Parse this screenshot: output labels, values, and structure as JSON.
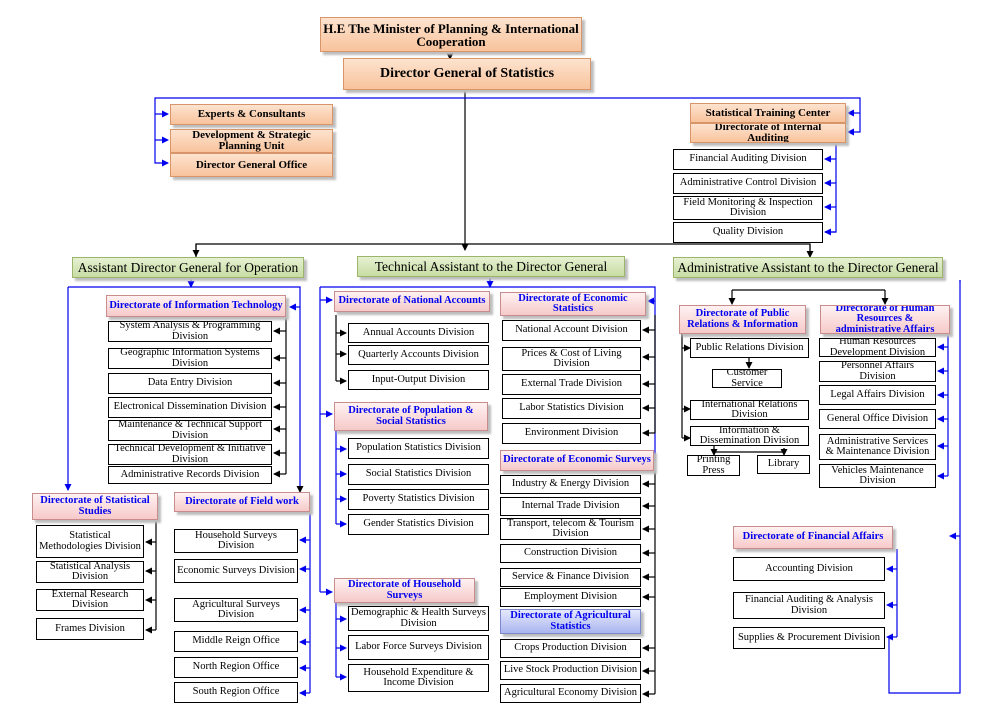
{
  "minister": "H.E The Minister of Planning & International Cooperation",
  "director_general": "Director General of Statistics",
  "left_units": {
    "experts": "Experts & Consultants",
    "development": "Development & Strategic Planning Unit",
    "dg_office": "Director General Office"
  },
  "right_units": {
    "training": "Statistical Training Center",
    "internal_auditing": "Directorate of Internal Auditing",
    "auditing_divisions": [
      "Financial Auditing Division",
      "Administrative Control Division",
      "Field Monitoring & Inspection Division",
      "Quality Division"
    ]
  },
  "assistants": {
    "operation": "Assistant Director General for Operation",
    "technical": "Technical Assistant to the Director General",
    "administrative": "Administrative Assistant to the Director General"
  },
  "operation": {
    "it": {
      "title": "Directorate of Information Technology",
      "divisions": [
        "System Analysis & Programming Division",
        "Geographic Information Systems Division",
        "Data Entry Division",
        "Electronical Dissemination Division",
        "Maintenance & Technical Support Division",
        "Technical Development & Initiative Division",
        "Administrative Records Division"
      ]
    },
    "studies": {
      "title": "Directorate of Statistical Studies",
      "divisions": [
        "Statistical Methodologies Division",
        "Statistical Analysis Division",
        "External Research Division",
        "Frames Division"
      ]
    },
    "fieldwork": {
      "title": "Directorate of Field work",
      "divisions": [
        "Household Surveys Division",
        "Economic Surveys Division",
        "Agricultural Surveys Division",
        "Middle Reign Office",
        "North Region Office",
        "South Region Office"
      ]
    }
  },
  "technical": {
    "national_accounts": {
      "title": "Directorate of National Accounts",
      "divisions": [
        "Annual Accounts Division",
        "Quarterly Accounts Division",
        "Input-Output Division"
      ]
    },
    "population": {
      "title": "Directorate of Population & Social Statistics",
      "divisions": [
        "Population Statistics Division",
        "Social Statistics Division",
        "Poverty Statistics Division",
        "Gender Statistics Division"
      ]
    },
    "household": {
      "title": "Directorate of Household Surveys",
      "divisions": [
        "Demographic & Health Surveys Division",
        "Labor Force Surveys Division",
        "Household Expenditure & Income Division"
      ]
    },
    "economic_stats": {
      "title": "Directorate of Economic Statistics",
      "divisions": [
        "National Account Division",
        "Prices & Cost of Living Division",
        "External Trade Division",
        "Labor Statistics Division",
        "Environment Division"
      ]
    },
    "economic_surveys": {
      "title": "Directorate of Economic Surveys",
      "divisions": [
        "Industry & Energy Division",
        "Internal Trade Division",
        "Transport, telecom & Tourism Division",
        "Construction Division",
        "Service & Finance Division",
        "Employment Division"
      ]
    },
    "agricultural": {
      "title": "Directorate of Agricultural Statistics",
      "divisions": [
        "Crops Production Division",
        "Live Stock Production Division",
        "Agricultural Economy Division"
      ]
    }
  },
  "administrative": {
    "public_relations": {
      "title": "Directorate of Public Relations & Information",
      "public_relations_division": "Public Relations Division",
      "customer_service": "Customer Service",
      "international_relations": "International Relations Division",
      "information_dissemination": "Information & Dissemination Division",
      "printing_press": "Printing Press",
      "library": "Library"
    },
    "human_resources": {
      "title": "Directorate of Human Resources & administrative Affairs",
      "divisions": [
        "Human Resources Development Division",
        "Personnel Affairs Division",
        "Legal Affairs Division",
        "General Office Division",
        "Administrative Services & Maintenance Division",
        "Vehicles Maintenance Division"
      ]
    },
    "financial": {
      "title": "Directorate of Financial Affairs",
      "divisions": [
        "Accounting Division",
        "Financial Auditing & Analysis Division",
        "Supplies & Procurement Division"
      ]
    }
  },
  "colors": {
    "connector_blue": "#0000ee",
    "connector_black": "#000000",
    "header_orange": "#f8c39c",
    "assistant_green": "#c8dca3",
    "directorate_pink": "#f6c9c9",
    "directorate_blue": "#aab5ee"
  }
}
